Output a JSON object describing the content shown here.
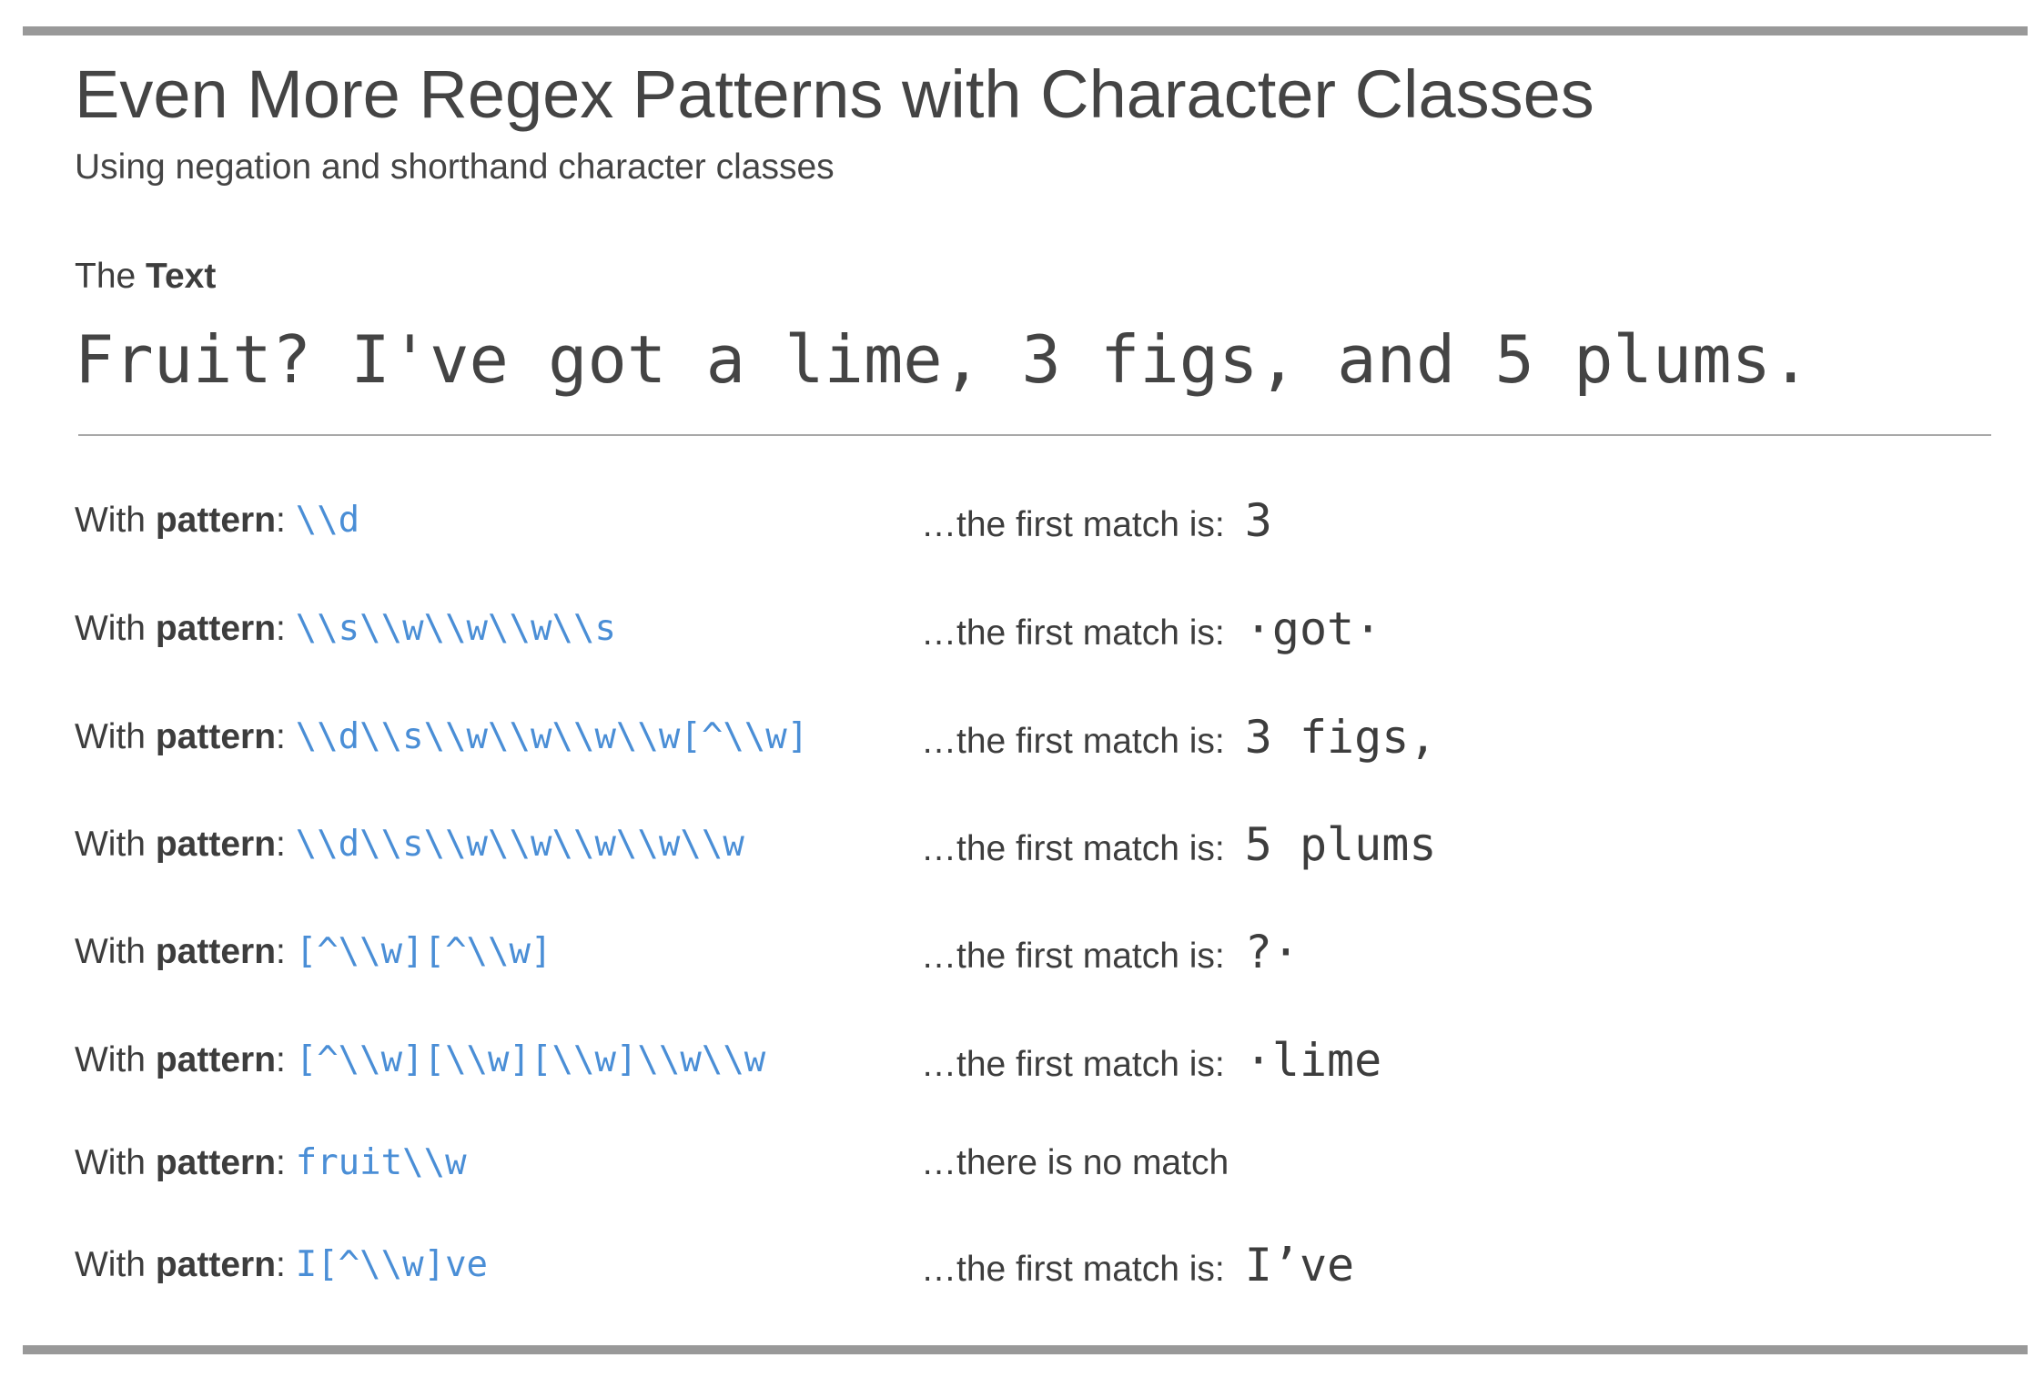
{
  "header": {
    "title": "Even More Regex Patterns with Character Classes",
    "subtitle": "Using negation and shorthand character classes"
  },
  "text_section": {
    "label_prefix": "The",
    "label_bold": "Text",
    "sample": "Fruit? I've got a lime, 3 figs, and 5 plums."
  },
  "row_labels": {
    "with": "With",
    "pattern_word": "pattern",
    "colon": ":"
  },
  "rows": [
    {
      "pattern": "\\\\d",
      "result_prefix": "…the first match is:",
      "result": "3"
    },
    {
      "pattern": "\\\\s\\\\w\\\\w\\\\w\\\\s",
      "result_prefix": "…the first match is:",
      "result": "·got·"
    },
    {
      "pattern": "\\\\d\\\\s\\\\w\\\\w\\\\w\\\\w[^\\\\w]",
      "result_prefix": "…the first match is:",
      "result": "3 figs,"
    },
    {
      "pattern": "\\\\d\\\\s\\\\w\\\\w\\\\w\\\\w\\\\w",
      "result_prefix": "…the first match is:",
      "result": "5 plums"
    },
    {
      "pattern": "[^\\\\w][^\\\\w]",
      "result_prefix": "…the first match is:",
      "result": "?·"
    },
    {
      "pattern": "[^\\\\w][\\\\w][\\\\w]\\\\w\\\\w",
      "result_prefix": "…the first match is:",
      "result": "·lime"
    },
    {
      "pattern": "fruit\\\\w",
      "result_prefix": "…there is no match",
      "result": ""
    },
    {
      "pattern": "I[^\\\\w]ve",
      "result_prefix": "…the first match is:",
      "result": "I’ve"
    }
  ]
}
